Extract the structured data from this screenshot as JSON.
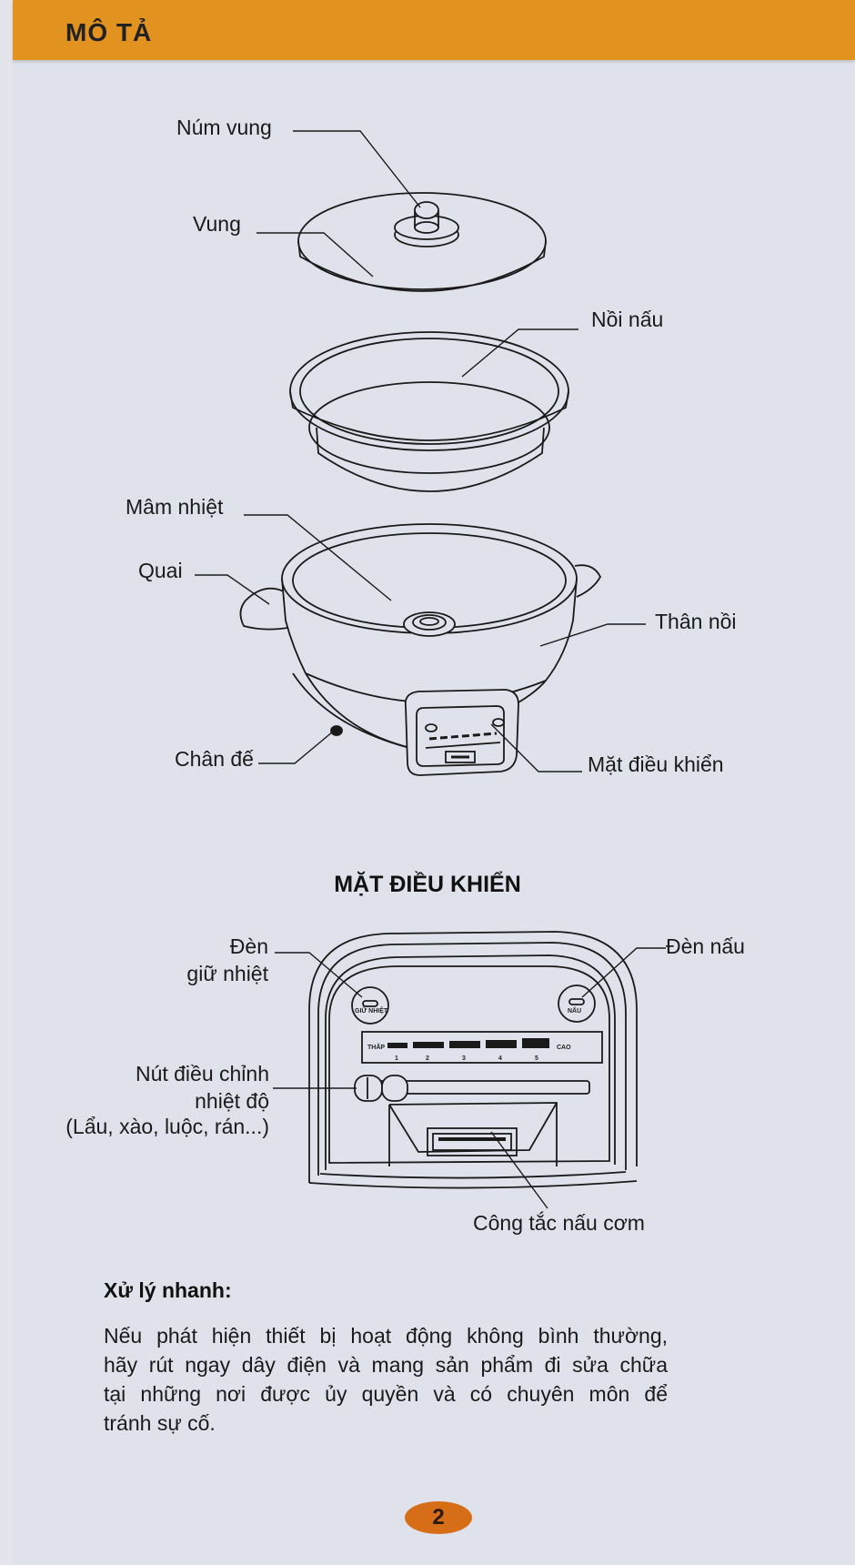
{
  "header": {
    "title": "MÔ TẢ"
  },
  "cooker_labels": {
    "lid_knob": "Núm vung",
    "lid": "Vung",
    "inner_pot": "Nồi nấu",
    "heating_plate": "Mâm nhiệt",
    "handle": "Quai",
    "body": "Thân nồi",
    "base": "Chân đế",
    "control_panel": "Mặt điều khiển"
  },
  "panel_section": {
    "title": "MẶT ĐIỀU KHIỂN",
    "keep_warm_light_line1": "Đèn",
    "keep_warm_light_line2": "giữ nhiệt",
    "cook_light": "Đèn nấu",
    "temp_knob_line1": "Nút điều chỉnh",
    "temp_knob_line2": "nhiệt độ",
    "temp_knob_line3": "(Lẩu, xào, luộc, rán...)",
    "cook_switch": "Công tắc nấu cơm",
    "mini_keep_warm": "GIỮ NHIỆT",
    "mini_cook": "NẤU",
    "scale_low": "THẤP",
    "scale_high": "CAO",
    "scale_ticks": [
      "1",
      "2",
      "3",
      "4",
      "5"
    ]
  },
  "quick_fix": {
    "heading": "Xử lý nhanh:",
    "lines": [
      "Nếu phát hiện thiết bị hoạt động không bình thường,",
      "hãy rút ngay dây điện và mang sản phẩm đi sửa chữa",
      "tại những nơi được ủy quyền và có chuyên môn để",
      "tránh sự cố."
    ]
  },
  "page_number": "2",
  "colors": {
    "header": "#e2921e",
    "page_badge": "#d66d17",
    "paper": "#dfe2ea"
  }
}
